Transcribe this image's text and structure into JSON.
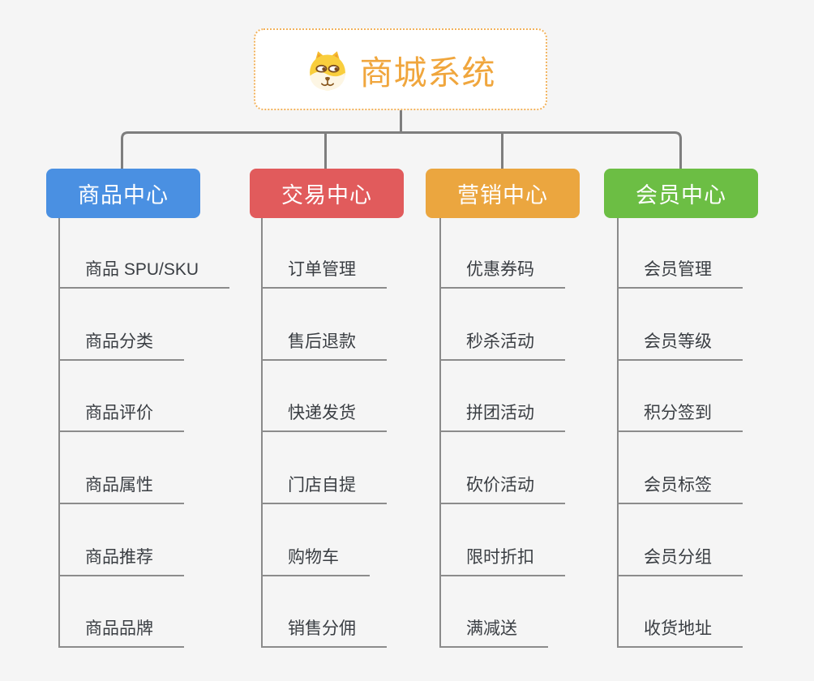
{
  "root": {
    "title": "商城系统",
    "icon": "dog-face-icon",
    "title_color": "#F0A63D",
    "border_color": "#F2B25C"
  },
  "branches": [
    {
      "label": "商品中心",
      "color": "#4A90E2",
      "children": [
        "商品 SPU/SKU",
        "商品分类",
        "商品评价",
        "商品属性",
        "商品推荐",
        "商品品牌"
      ]
    },
    {
      "label": "交易中心",
      "color": "#E15B5C",
      "children": [
        "订单管理",
        "售后退款",
        "快递发货",
        "门店自提",
        "购物车",
        "销售分佣"
      ]
    },
    {
      "label": "营销中心",
      "color": "#EBA63F",
      "children": [
        "优惠券码",
        "秒杀活动",
        "拼团活动",
        "砍价活动",
        "限时折扣",
        "满减送"
      ]
    },
    {
      "label": "会员中心",
      "color": "#6CBE44",
      "children": [
        "会员管理",
        "会员等级",
        "积分签到",
        "会员标签",
        "会员分组",
        "收货地址"
      ]
    }
  ],
  "colors": {
    "background": "#F5F5F5",
    "connector": "#7E7E7E",
    "branch_line": "#8A8A8A",
    "leaf_underline": "#8C8C8C",
    "leaf_text": "#3A3E43"
  }
}
